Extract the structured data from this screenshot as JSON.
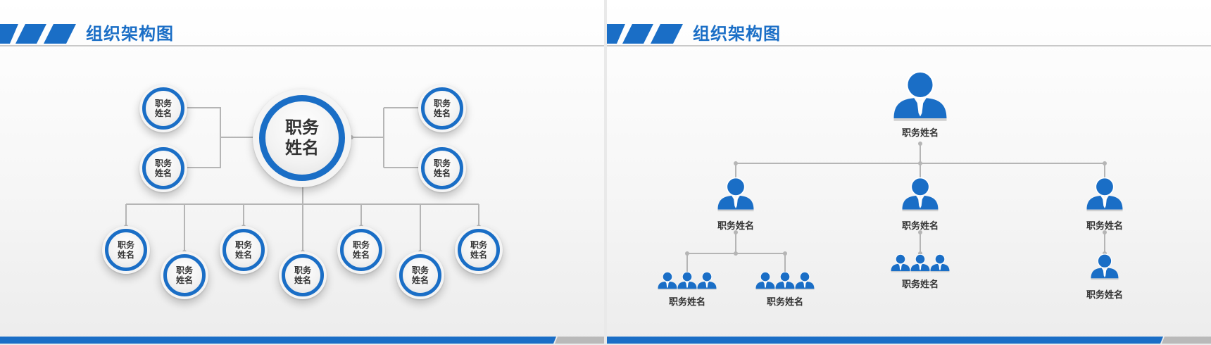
{
  "left_slide": {
    "title": "组织架构图",
    "center_node": {
      "line1": "职务",
      "line2": "姓名"
    },
    "left_nodes": [
      {
        "line1": "职务",
        "line2": "姓名"
      },
      {
        "line1": "职务",
        "line2": "姓名"
      }
    ],
    "right_nodes": [
      {
        "line1": "职务",
        "line2": "姓名"
      },
      {
        "line1": "职务",
        "line2": "姓名"
      }
    ],
    "bottom_nodes": [
      {
        "line1": "职务",
        "line2": "姓名"
      },
      {
        "line1": "职务",
        "line2": "姓名"
      },
      {
        "line1": "职务",
        "line2": "姓名"
      },
      {
        "line1": "职务",
        "line2": "姓名"
      },
      {
        "line1": "职务",
        "line2": "姓名"
      },
      {
        "line1": "职务",
        "line2": "姓名"
      },
      {
        "line1": "职务",
        "line2": "姓名"
      }
    ]
  },
  "right_slide": {
    "title": "组织架构图",
    "top_person": {
      "label": "职务姓名",
      "icon": "person-icon"
    },
    "level2": [
      {
        "label": "职务姓名"
      },
      {
        "label": "职务姓名"
      },
      {
        "label": "职务姓名"
      }
    ],
    "level3": [
      {
        "label": "职务姓名"
      },
      {
        "label": "职务姓名"
      },
      {
        "label": "职务姓名"
      },
      {
        "label": "职务姓名"
      }
    ]
  },
  "colors": {
    "accent": "#1a6ec6",
    "line": "#b5b5b5",
    "text": "#333333",
    "footer_gray": "#b9b9b9"
  }
}
